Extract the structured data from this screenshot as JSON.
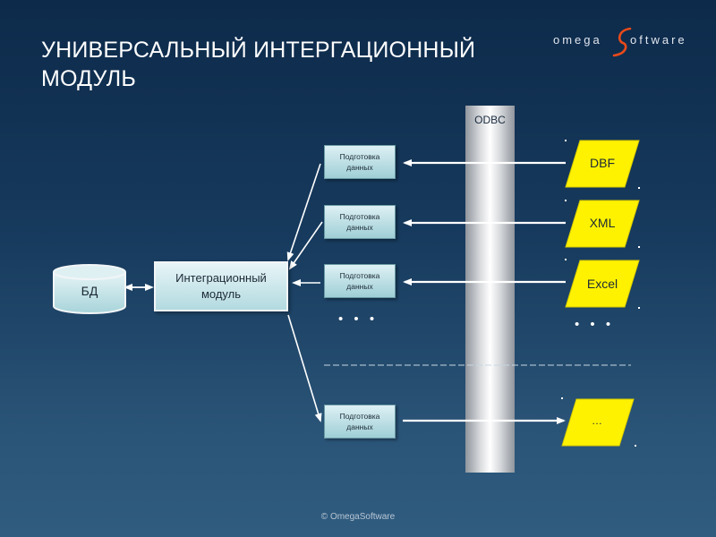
{
  "title_line1": "УНИВЕРСАЛЬНЫЙ ИНТЕРГАЦИОННЫЙ",
  "title_line2": "МОДУЛЬ",
  "logo": {
    "part1": "omega",
    "part2": "oftware"
  },
  "odbc_label": "ODBC",
  "db_label": "БД",
  "integration_module": {
    "line1": "Интеграционный",
    "line2": "модуль"
  },
  "prep_nodes": [
    {
      "line1": "Подготовка",
      "line2": "данных"
    },
    {
      "line1": "Подготовка",
      "line2": "данных"
    },
    {
      "line1": "Подготовка",
      "line2": "данных"
    },
    {
      "line1": "Подготовка",
      "line2": "данных"
    }
  ],
  "sources": [
    "DBF",
    "XML",
    "Excel",
    "…"
  ],
  "ellipsis": "• • •",
  "copyright": "© OmegaSoftware",
  "colors": {
    "background_top": "#0d2a4a",
    "background_bottom": "#305c80",
    "source_fill": "#fff200",
    "prep_fill": "#b7dde3",
    "connector": "#ffffff"
  }
}
